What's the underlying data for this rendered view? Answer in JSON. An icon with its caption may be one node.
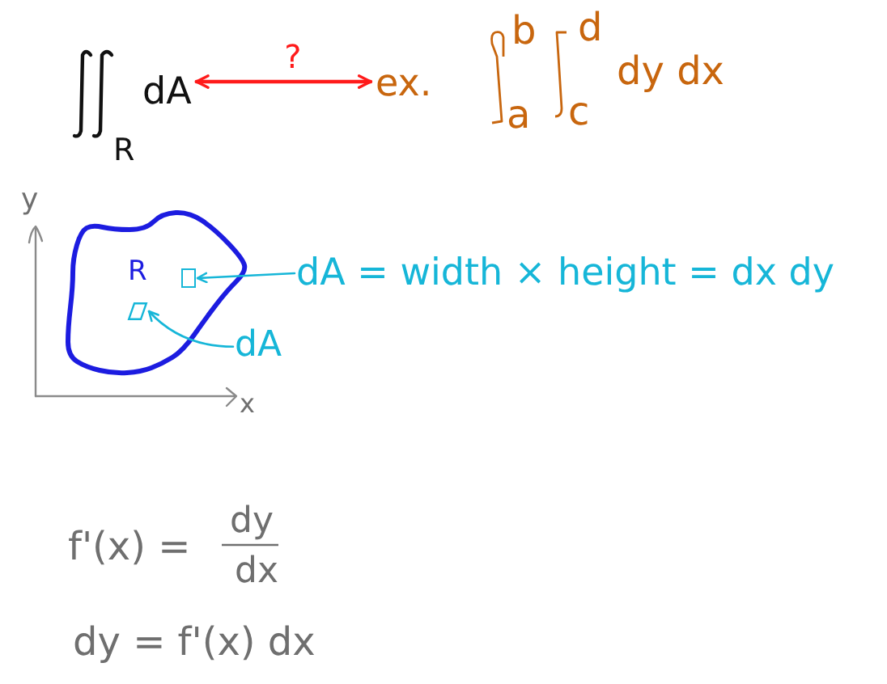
{
  "diagram": {
    "nodes": [
      {
        "text": [
          "dA"
        ]
      },
      {
        "text": [
          "ex."
        ]
      },
      {
        "text": [
          "R"
        ]
      },
      {
        "text": [],
        "shape": "box",
        "in": 2
      },
      {
        "text": [],
        "shape": "parallelogram",
        "in": 2
      },
      {
        "text": [
          "dA = width × height = dx dy"
        ]
      },
      {
        "text": [
          "dA"
        ]
      }
    ],
    "edges": [
      {
        "from": 0,
        "to": 1,
        "arrow": "both",
        "label": "?",
        "color": "#ff1a1a"
      },
      {
        "from": 5,
        "to": 3,
        "arrow": "to"
      },
      {
        "from": 6,
        "to": 4,
        "arrow": "to"
      }
    ],
    "labels": [
      "R",
      "b",
      "a",
      "d",
      "c",
      "dy dx",
      "y",
      "x",
      "f'(x) =",
      "dy",
      "dx",
      "dy = f'(x) dx"
    ]
  }
}
